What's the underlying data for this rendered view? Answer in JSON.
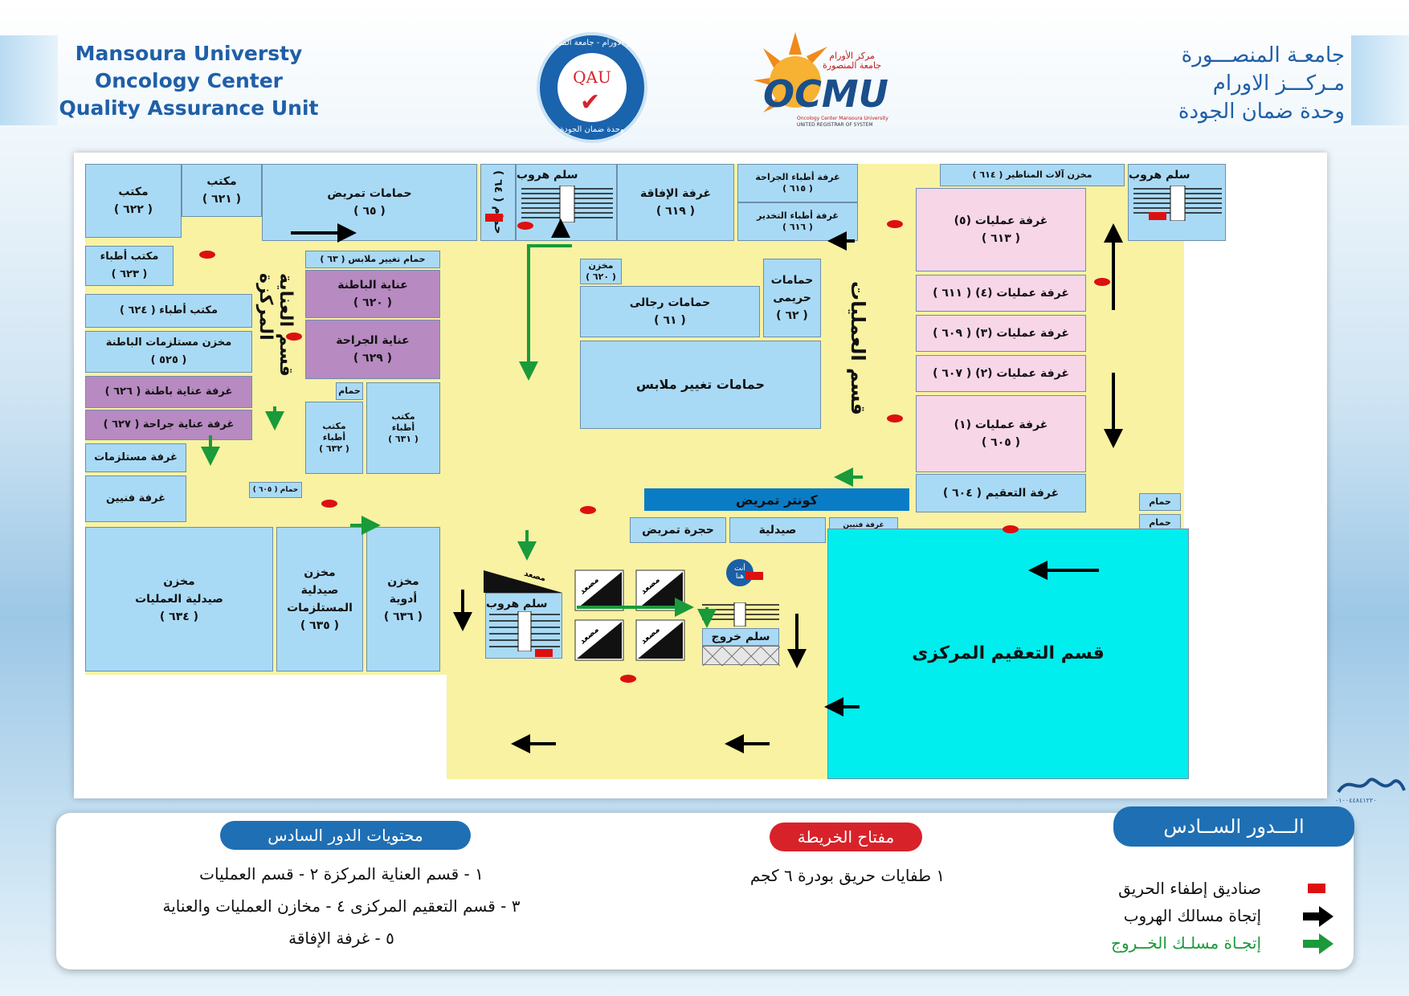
{
  "header": {
    "en_lines": [
      "Mansoura Universty",
      "Oncology Center",
      "Quality Assurance Unit"
    ],
    "ar_lines": [
      "جامعـة   المنصـــورة",
      "مـركـــز   الاورام",
      "وحدة ضمان الجودة"
    ],
    "qau_logo": {
      "center": "QAU",
      "ring_top": "مركز الأورام - جامعة المنصورة",
      "ring_bottom": "وحدة ضمان الجودة"
    },
    "ocmu_logo": {
      "main": "OCMU",
      "ar_top": "مركز الأورام\nجامعة المنصورة",
      "sub1": "Oncology Center Mansoura University",
      "sub2": "UNITED REGISTRAR OF SYSTEM"
    }
  },
  "rooms": {
    "office622": "مكتب\n( ٦٢٢ )",
    "office621": "مكتب\n( ٦٢١ )",
    "nurse_baths": "حمامات تمريض\n( ٦٥ )",
    "bath64": "حمام ( ٦٤ )",
    "escape_stair_top": "سلم هروب",
    "recovery": "غرفة الإفاقة\n( ٦١٩ )",
    "surgery_docs": "غرفة أطباء الجراحة\n( ٦١٥ )",
    "anesthesia_docs": "غرفة أطباء التخدير\n( ٦١٦ )",
    "scopes_store": "مخزن آلات المناظير ( ٦١٤ )",
    "escape_stair_tr": "سلم هروب",
    "doctors623": "مكتب أطباء\n( ٦٢٣ )",
    "changing_bath63": "حمام تغيير ملابس ( ٦٣ )",
    "medical_icu": "عناية الباطنة\n( ٦٢٠ )",
    "surgical_icu": "عناية الجراحة\n( ٦٢٩ )",
    "store620": "مخزن\n( ٦٢٠ )",
    "men_baths": "حمامات رجالى\n( ٦١ )",
    "women_baths": "حمامات\nحريمى\n( ٦٢ )",
    "changing_baths": "حمامات تغيير ملابس",
    "op5": "غرفة عمليات (٥)\n( ٦١٣ )",
    "op4": "غرفة عمليات (٤)  ( ٦١١ )",
    "op3": "غرفة عمليات (٣)  ( ٦٠٩ )",
    "op2": "غرفة عمليات (٢)  ( ٦٠٧ )",
    "op1": "غرفة عمليات (١)\n( ٦٠٥ )",
    "doctors624": "مكتب أطباء ( ٦٢٤ )",
    "medicine_supplies": "مخزن مستلزمات الباطنة\n( ٥٢٥ )",
    "medical_care_room": "غرفة عناية باطنة ( ٦٢٦ )",
    "surgical_care_room": "غرفة عناية جراحة ( ٦٢٧ )",
    "supplies_room": "غرفة مستلزمات",
    "bath_small": "حمام",
    "doctors632": "مكتب\nأطباء\n( ٦٣٢ )",
    "doctors631": "مكتب\nأطباء\n( ٦٣١ )",
    "technicians_room": "غرفة فنيين",
    "bath605": "حمام ( ٦٠٥ )",
    "nursing_room": "حجرة تمريض",
    "pharmacy": "صيدلية",
    "technicians602": "غرفة فنيين\n( ٦٠٢ )",
    "sterilization604": "غرفة التعقيم ( ٦٠٤ )",
    "bath_r1": "حمام",
    "bath_r2": "حمام",
    "ops_pharmacy_store": "مخزن\nصيدلية العمليات\n( ٦٣٤ )",
    "supplies_pharmacy_store": "مخزن\nصيدلية\nالمستلزمات\n( ٦٣٥ )",
    "drug_store": "مخزن\nأدوية\n( ٦٣٦ )",
    "escape_stair_bottom": "سلم هروب",
    "exit_stair": "سلم خروج",
    "central_sterilization": "قسم التعقيم المركزى"
  },
  "elevators": [
    "مصعد",
    "مصعد",
    "مصعد",
    "مصعد",
    "مصعد"
  ],
  "departments": {
    "icu": "قسم العناية المركزة",
    "operations": "قسم العمليات"
  },
  "nurse_counter": "كونتر تمريض",
  "you_are_here": "أنت\nهنا",
  "legend": {
    "floor_title": "الـــدور الســادس",
    "items": [
      {
        "label": "صناديق إطفاء الحريق",
        "color": "#dd1010"
      },
      {
        "label": "إتجاة مسالك الهروب",
        "color": "#000000"
      },
      {
        "label": "إتجـاة مسلـك الخــروج",
        "color": "#1a9a3a"
      }
    ],
    "key_title": "مفتاح الخريطة",
    "key_item": "١ طفايات حريق بودرة ٦ كجم",
    "contents_title": "محتويات الدور السادس",
    "contents": [
      "١ - قسم العناية المركزة   ٢ - قسم العمليات",
      "٣ - قسم التعقيم المركزى   ٤ - مخازن العمليات والعناية",
      "٥ - غرفة الإفاقة"
    ],
    "phone": "٠١٠٠٤٤٨٤١٢٢٠"
  },
  "colors": {
    "corridor": "#f8f2a2",
    "room": "#a9daf5",
    "icu_room": "#b78ac1",
    "op_room": "#f7d6e8",
    "sterilization": "#00eeee",
    "brand_blue": "#1f5fa8",
    "key_red": "#d8222a"
  }
}
